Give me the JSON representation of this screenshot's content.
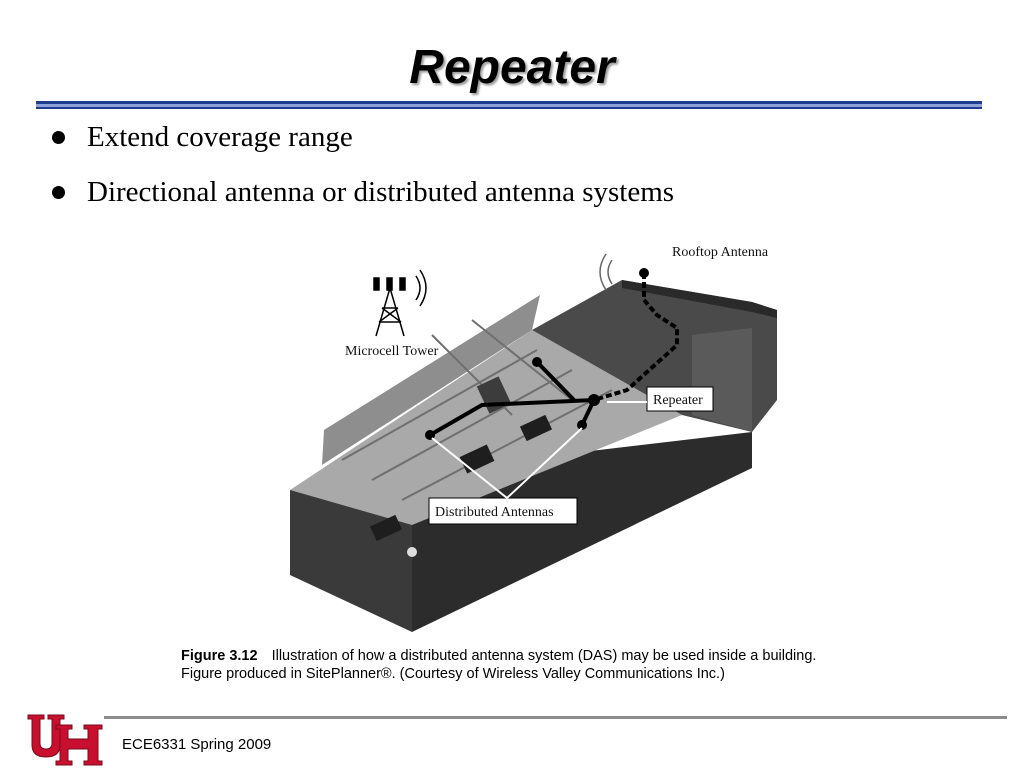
{
  "slide": {
    "title": "Repeater",
    "bullets": [
      "Extend coverage range",
      "Directional antenna or distributed antenna systems"
    ]
  },
  "figure": {
    "labels": {
      "rooftop": "Rooftop Antenna",
      "tower": "Microcell Tower",
      "repeater": "Repeater",
      "distributed": "Distributed Antennas"
    },
    "caption_number": "Figure 3.12",
    "caption_line1": "Illustration of how a distributed antenna system (DAS) may be used inside a building.",
    "caption_line2": "Figure produced in SitePlanner®. (Courtesy of Wireless Valley Communications Inc.)"
  },
  "footer": {
    "text": "ECE6331 Spring 2009"
  },
  "colors": {
    "title_rule": "#1f3d8f",
    "logo_red": "#c8102e",
    "footer_rule": "#8c8c8c"
  }
}
